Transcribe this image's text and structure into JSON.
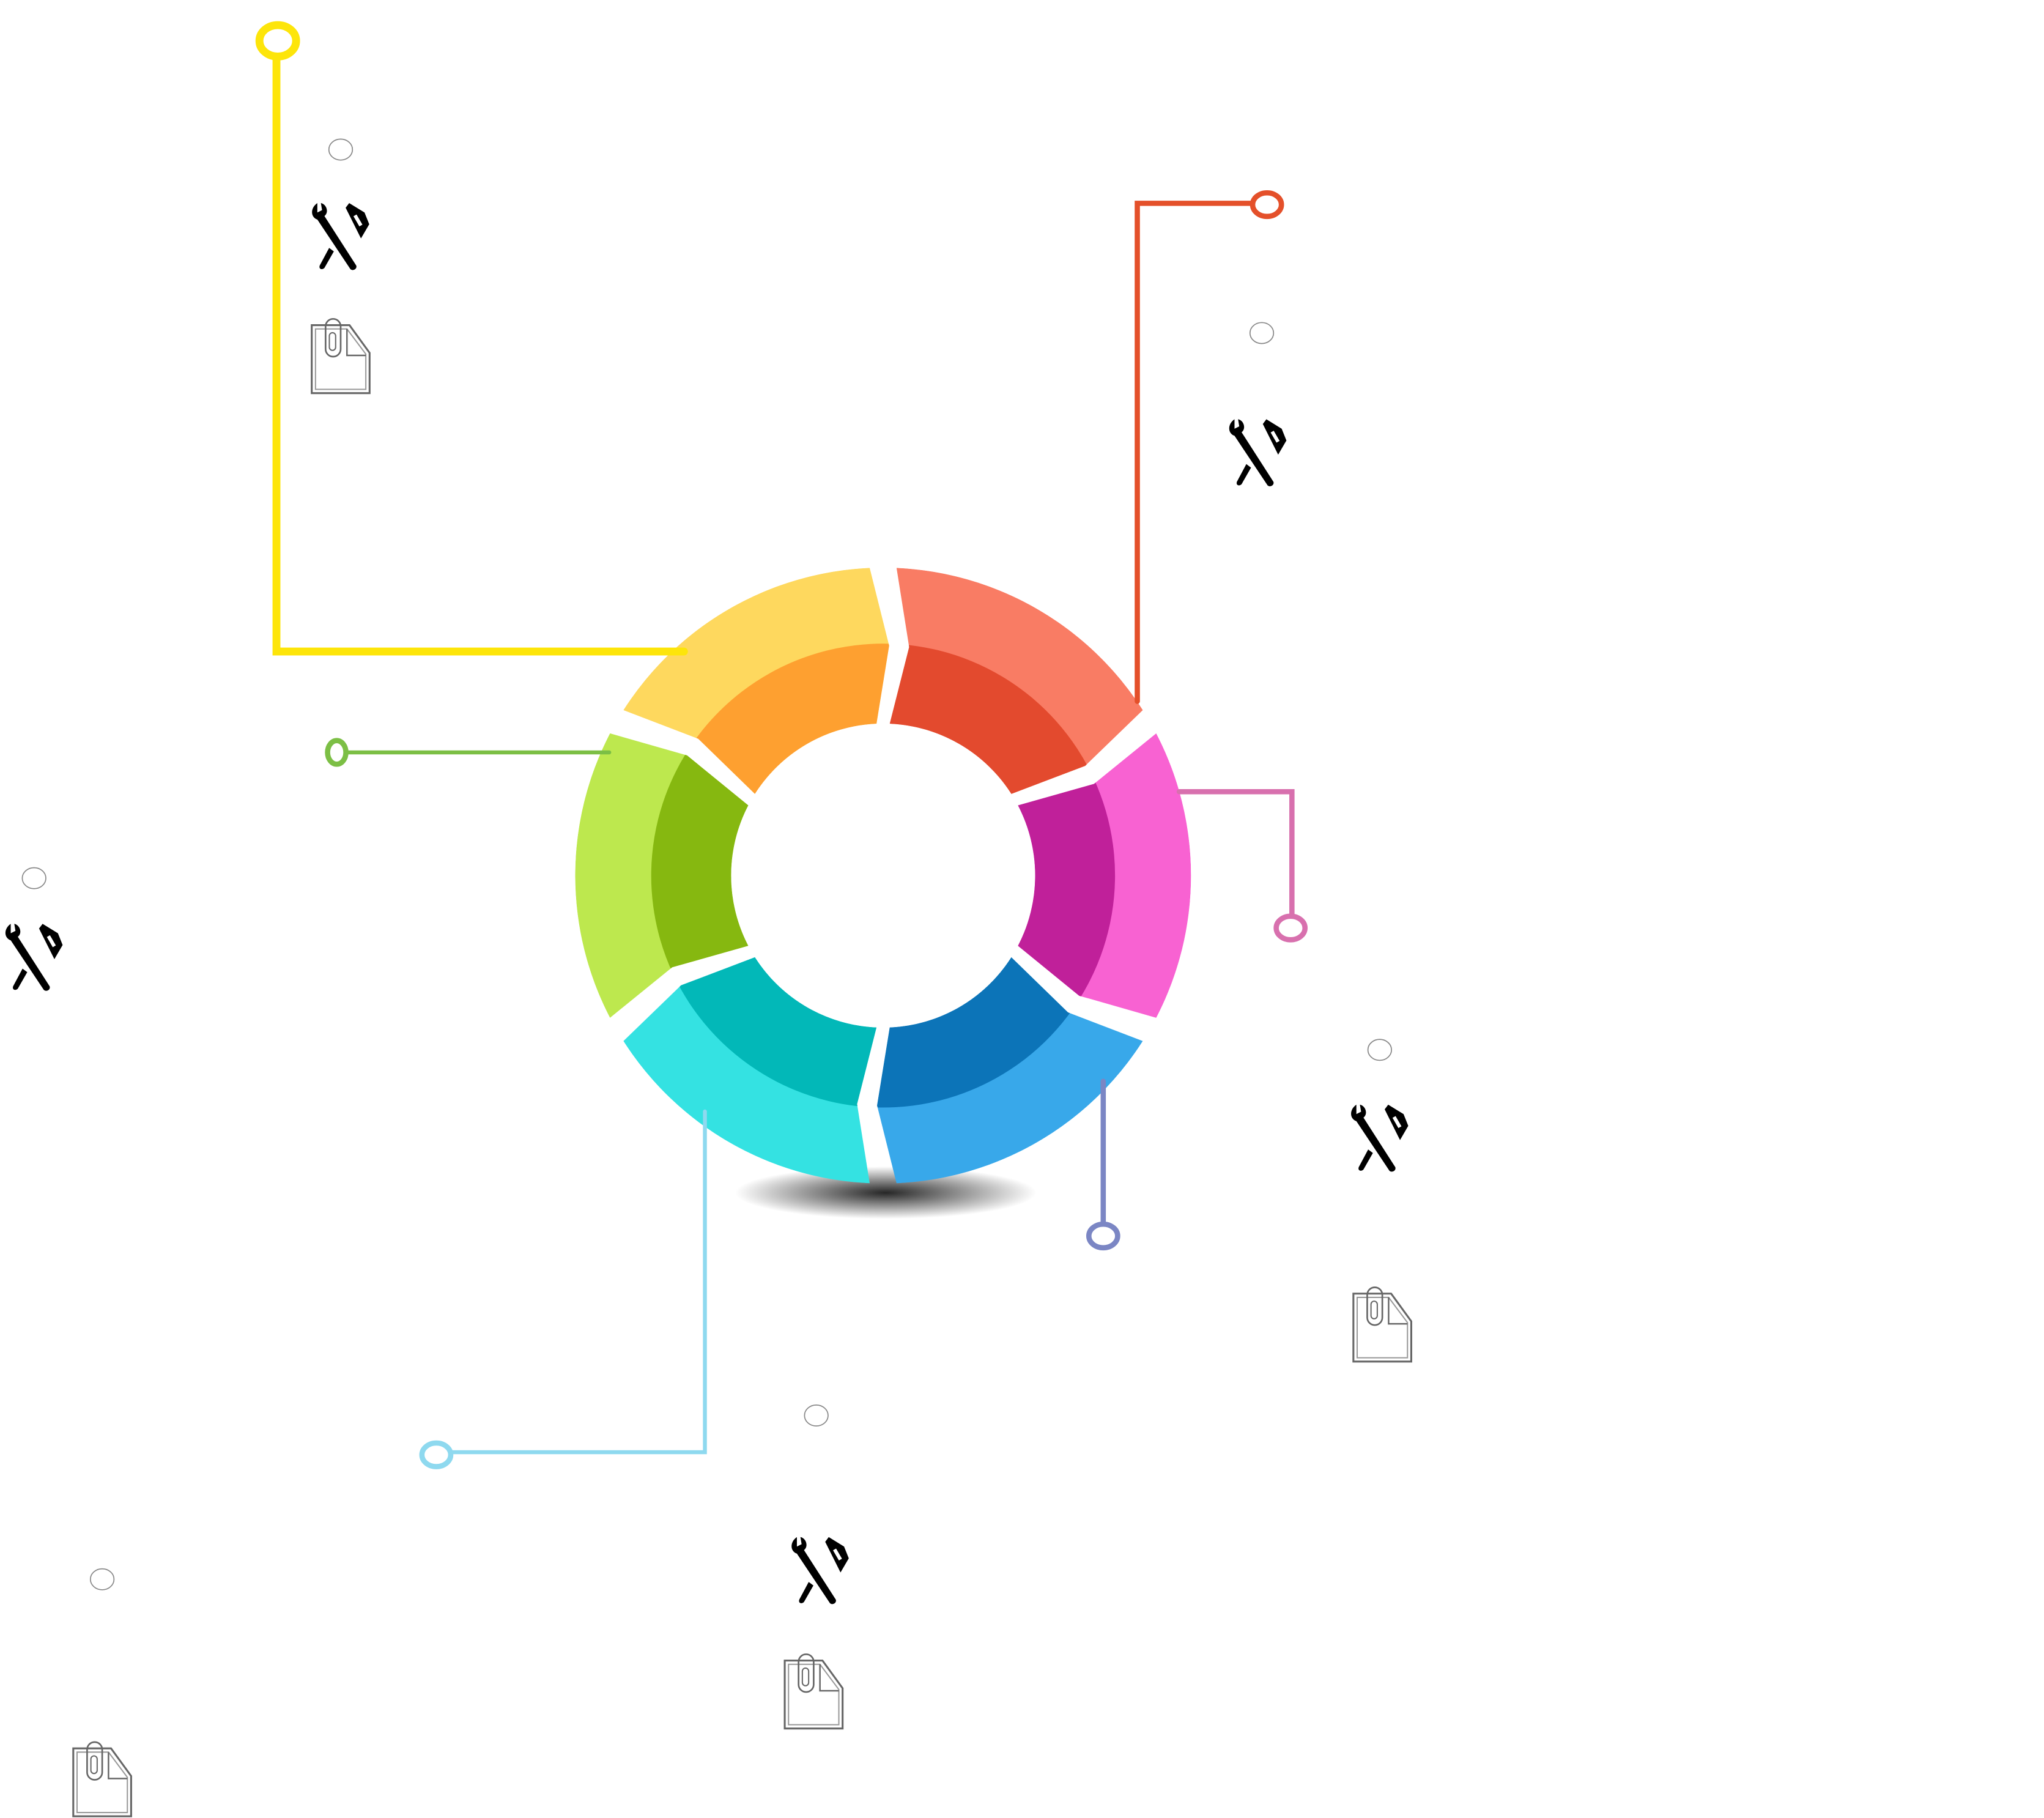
{
  "diagram": {
    "type": "cycle-ring",
    "segments": [
      {
        "name": "red",
        "outer_color": "#f97c64",
        "inner_color": "#e34a2e"
      },
      {
        "name": "magenta",
        "outer_color": "#f862d2",
        "inner_color": "#c0209a"
      },
      {
        "name": "blue",
        "outer_color": "#38a8ea",
        "inner_color": "#0c74b8"
      },
      {
        "name": "cyan",
        "outer_color": "#34e2e2",
        "inner_color": "#02b8b8"
      },
      {
        "name": "green",
        "outer_color": "#bde84e",
        "inner_color": "#86b810"
      },
      {
        "name": "yellow",
        "outer_color": "#fed85e",
        "inner_color": "#fea030"
      }
    ],
    "connectors": [
      {
        "name": "yellow",
        "color": "#fde50a"
      },
      {
        "name": "red",
        "color": "#e4502a"
      },
      {
        "name": "green",
        "color": "#7cbf45"
      },
      {
        "name": "pink",
        "color": "#d870ae"
      },
      {
        "name": "purple",
        "color": "#7b86c4"
      },
      {
        "name": "cyan",
        "color": "#8ed9ef"
      }
    ],
    "icons": {
      "bullet": "circle-bullet-icon",
      "tools": "wrench-and-pen-icon",
      "document": "clipboard-document-icon"
    }
  }
}
